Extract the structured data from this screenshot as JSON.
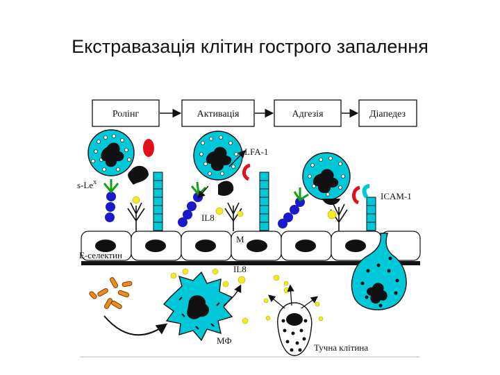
{
  "title": "Екстравазація клітин гострого запалення",
  "stages": [
    "Ролінг",
    "Активація",
    "Адгезія",
    "Діапедез"
  ],
  "labels": {
    "slex": "s-Le",
    "slex_sup": "x",
    "lfa": "LFA-1",
    "il8_top": "IL8",
    "m": "M",
    "eselectin": "Е-селектин",
    "il8_bottom": "IL8",
    "icam": "ICAM-1",
    "macrophage": "МФ",
    "mast_cell": "Тучна клітина"
  },
  "colors": {
    "cell": "#00c8d8",
    "chain": "#1a1acc",
    "red": "#e0101a",
    "dots": "#f2ea22",
    "orange": "#f08a1e",
    "green": "#11a011",
    "black": "#111111"
  }
}
